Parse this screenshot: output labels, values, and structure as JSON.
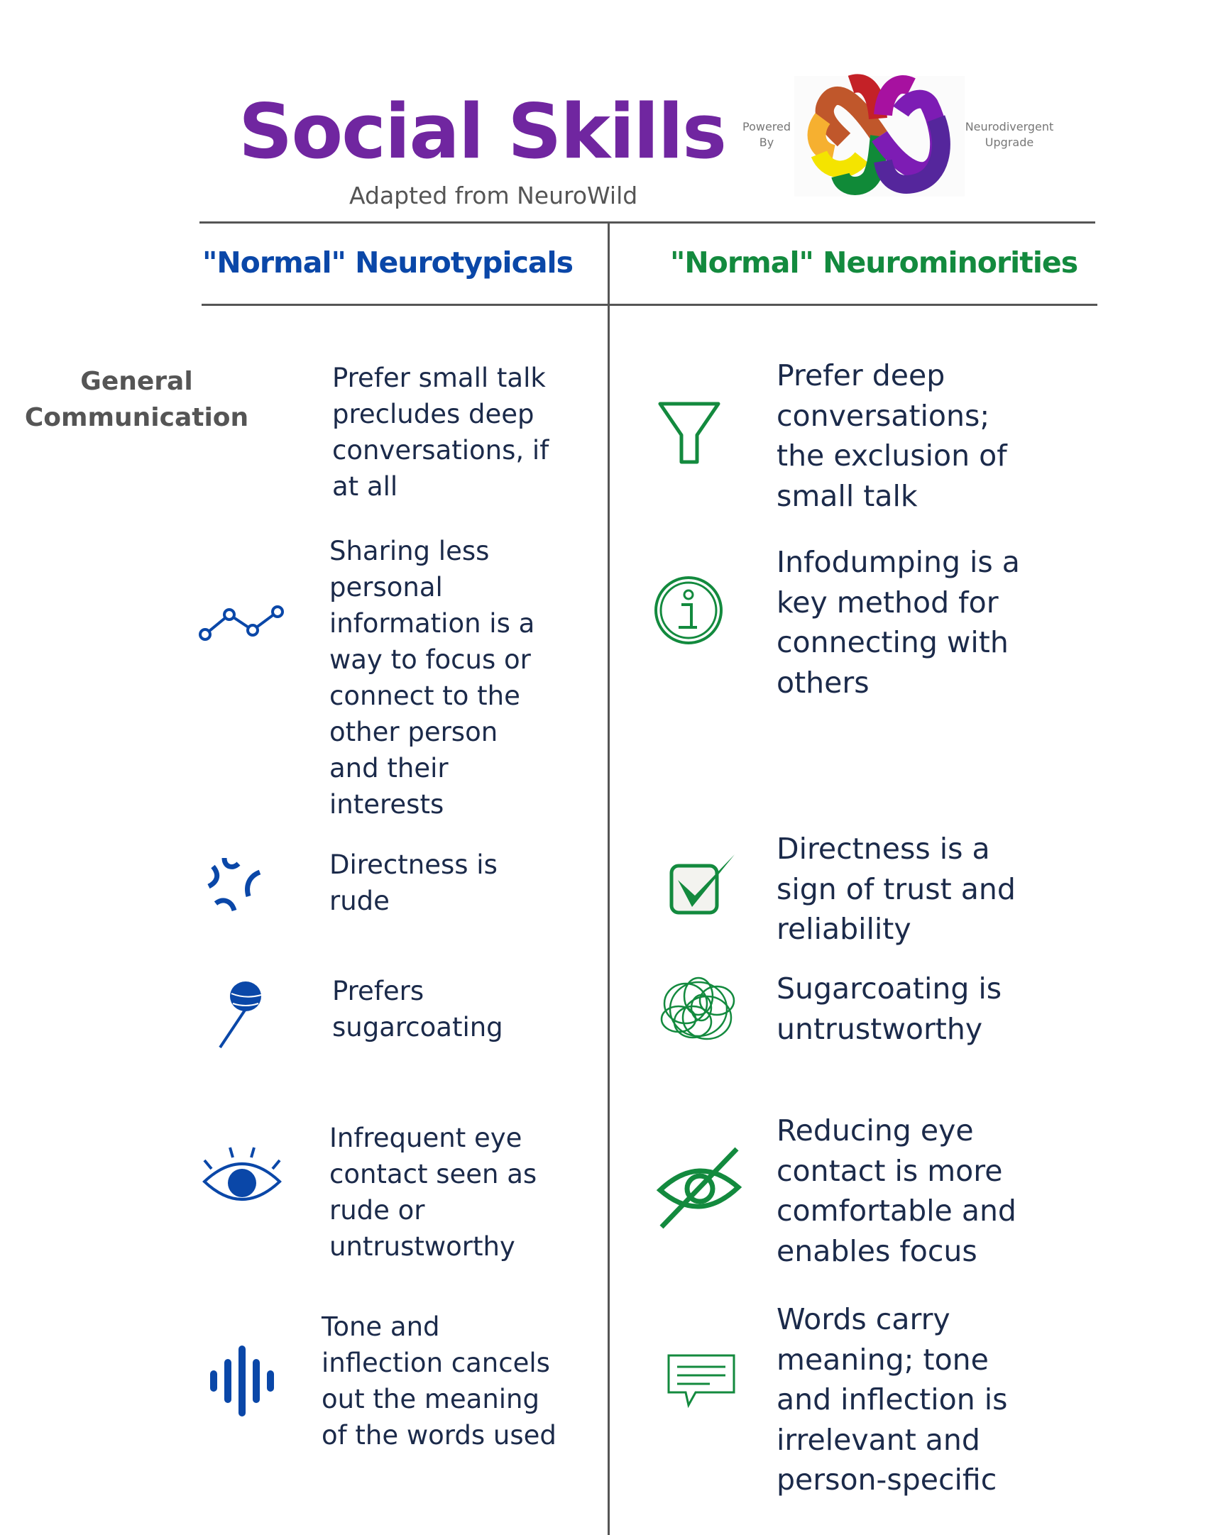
{
  "header": {
    "title": "Social Skills",
    "subtitle": "Adapted from NeuroWild",
    "powered_by": "Powered\nBy",
    "brand": "Neurodivergent\nUpgrade",
    "logo_alt": "Neurodivergent Upgrade infinity logo"
  },
  "columns": {
    "left": {
      "label": "\"Normal\" Neurotypicals",
      "color": "#0a47a8"
    },
    "right": {
      "label": "\"Normal\" Neurominorities",
      "color": "#138a3e"
    }
  },
  "category": "General\nCommunication",
  "rows": [
    {
      "left_icon": "none",
      "left": "Prefer small talk\nprecludes deep\nconversations, if\nat all",
      "right_icon": "funnel-icon",
      "right": "Prefer deep\nconversations;\nthe exclusion of\nsmall talk"
    },
    {
      "left_icon": "line-chart-icon",
      "left": "Sharing less\npersonal\ninformation is a\nway to focus or\nconnect to the\nother person\nand their\ninterests",
      "right_icon": "info-icon",
      "right": "Infodumping is a\nkey method for\nconnecting with\nothers"
    },
    {
      "left_icon": "anger-icon",
      "left": " Directness is\nrude",
      "right_icon": "checkbox-icon",
      "right": "Directness is a\nsign of trust and\nreliability"
    },
    {
      "left_icon": "lollipop-icon",
      "left": "Prefers\nsugarcoating",
      "right_icon": "scribble-icon",
      "right": "Sugarcoating is\nuntrustworthy"
    },
    {
      "left_icon": "eye-icon",
      "left": "Infrequent eye\ncontact seen as\nrude or\nuntrustworthy",
      "right_icon": "eye-slash-icon",
      "right": "Reducing eye\ncontact is more\ncomfortable and\nenables focus"
    },
    {
      "left_icon": "sound-wave-icon",
      "left": "Tone and\ninflection cancels\nout the meaning\nof the words used",
      "right_icon": "chat-icon",
      "right": "Words carry\nmeaning; tone\nand inflection is\nirrelevant and\nperson-specific"
    }
  ]
}
